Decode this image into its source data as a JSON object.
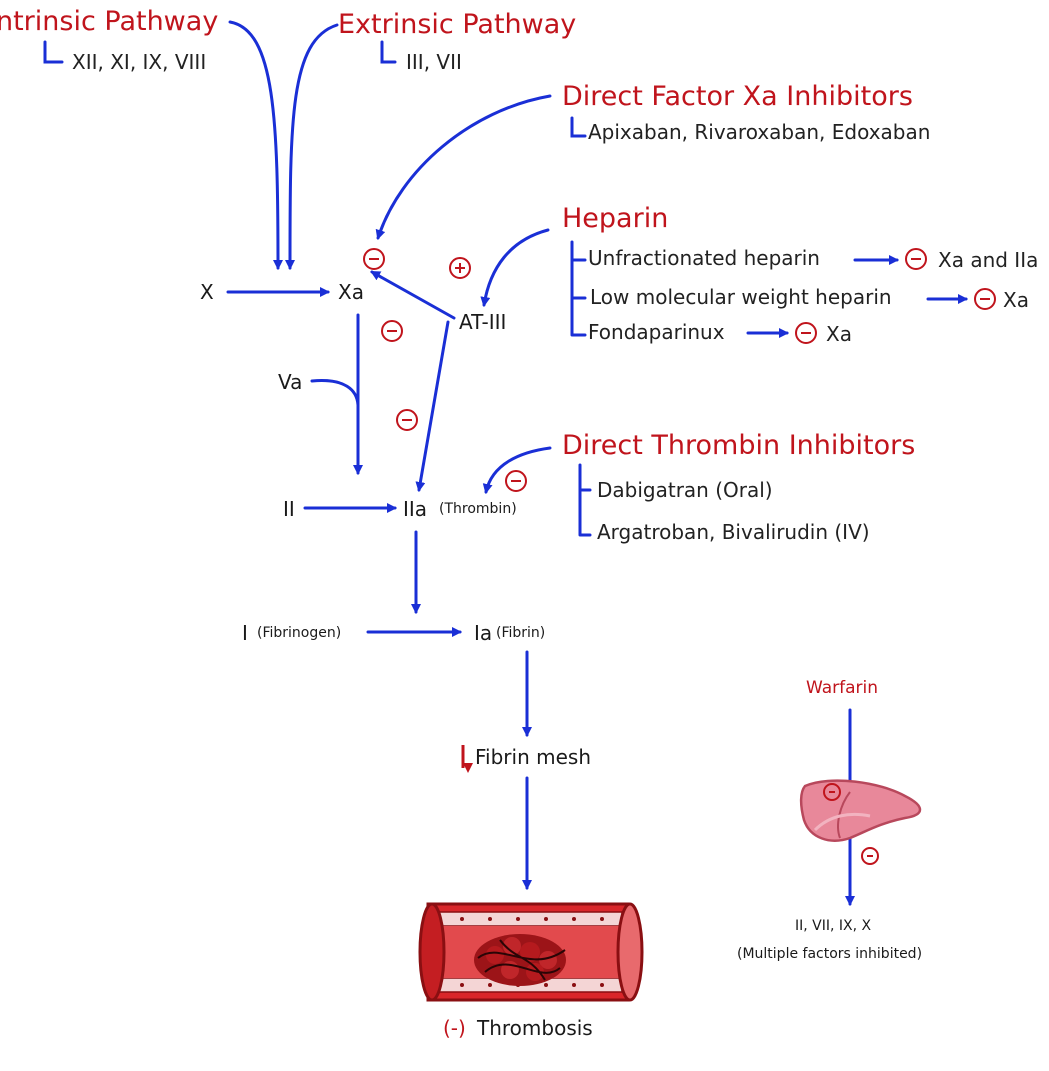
{
  "pathways": {
    "intrinsic": {
      "title": "Intrinsic Pathway",
      "factors": "XII, XI, IX, VIII"
    },
    "extrinsic": {
      "title": "Extrinsic Pathway",
      "factors": "III, VII"
    }
  },
  "xa_inhibitors": {
    "title": "Direct Factor Xa Inhibitors",
    "drugs": "Apixaban, Rivaroxaban, Edoxaban"
  },
  "heparin": {
    "title": "Heparin",
    "items": [
      {
        "name": "Unfractionated heparin",
        "target": "Xa and IIa"
      },
      {
        "name": "Low molecular weight heparin",
        "target": "Xa"
      },
      {
        "name": "Fondaparinux",
        "target": "Xa"
      }
    ]
  },
  "thrombin_inhibitors": {
    "title": "Direct Thrombin Inhibitors",
    "drugs": [
      "Dabigatran (Oral)",
      "Argatroban, Bivalirudin (IV)"
    ]
  },
  "cascade": {
    "x": "X",
    "xa": "Xa",
    "at3": "AT-III",
    "va": "Va",
    "ii": "II",
    "iia": "IIa",
    "thrombin": "(Thrombin)",
    "i": "I",
    "fibrinogen": "(Fibrinogen)",
    "ia": "Ia",
    "fibrin": "(Fibrin)",
    "fibrin_mesh": "Fibrin mesh",
    "thrombosis_sign": "(-)",
    "thrombosis": "Thrombosis"
  },
  "warfarin": {
    "title": "Warfarin",
    "factors": "II, VII, IX, X",
    "note": "(Multiple factors inhibited)"
  },
  "colors": {
    "arrow": "#1a2fd6",
    "title_red": "#c0141c",
    "liver": "#e07a8c",
    "vessel": "#d9262a"
  }
}
